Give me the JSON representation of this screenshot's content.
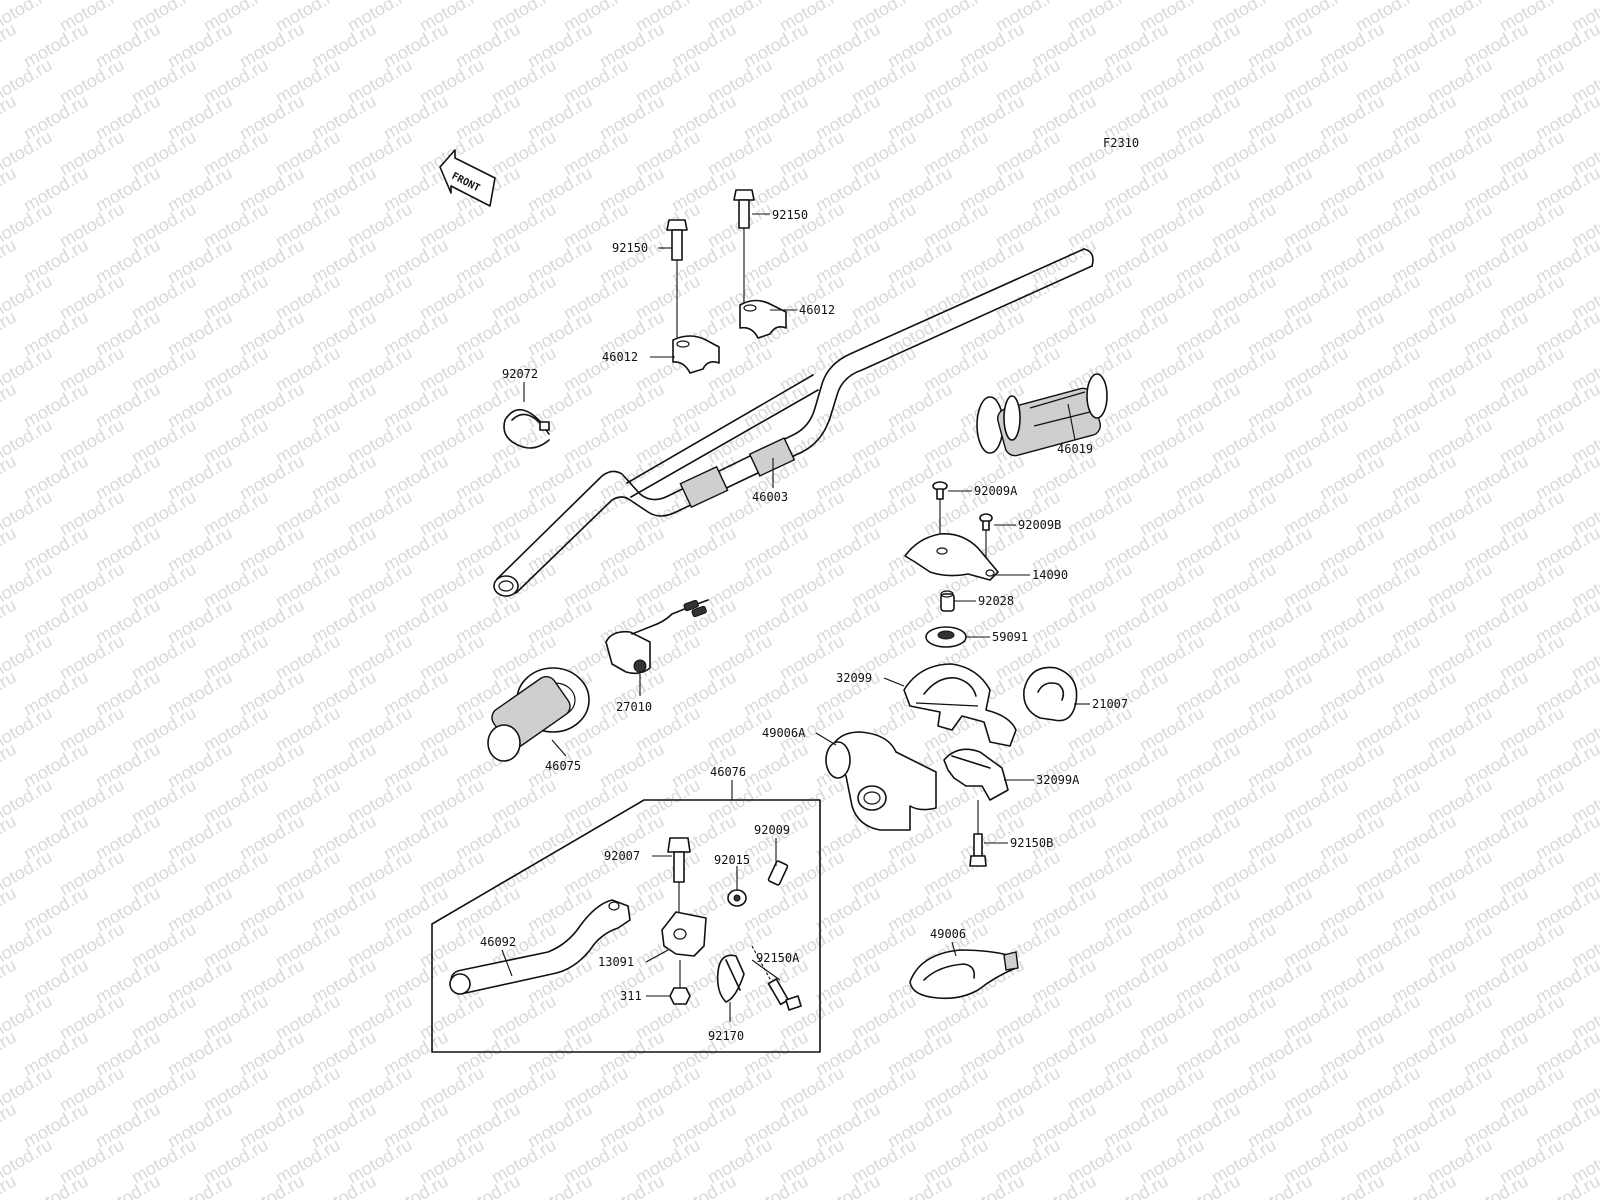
{
  "figure_code": "F2310",
  "front_arrow": "FRONT",
  "watermark": "motod.ru",
  "group_box_label": "46076",
  "parts": [
    {
      "id": "92150",
      "label": "92150"
    },
    {
      "id": "92150-left",
      "label": "92150"
    },
    {
      "id": "46012",
      "label": "46012"
    },
    {
      "id": "46012-left",
      "label": "46012"
    },
    {
      "id": "92072",
      "label": "92072"
    },
    {
      "id": "46003",
      "label": "46003"
    },
    {
      "id": "46019",
      "label": "46019"
    },
    {
      "id": "92009A",
      "label": "92009A"
    },
    {
      "id": "92009B",
      "label": "92009B"
    },
    {
      "id": "14090",
      "label": "14090"
    },
    {
      "id": "92028",
      "label": "92028"
    },
    {
      "id": "59091",
      "label": "59091"
    },
    {
      "id": "32099",
      "label": "32099"
    },
    {
      "id": "21007",
      "label": "21007"
    },
    {
      "id": "27010",
      "label": "27010"
    },
    {
      "id": "46075",
      "label": "46075"
    },
    {
      "id": "49006A",
      "label": "49006A"
    },
    {
      "id": "32099A",
      "label": "32099A"
    },
    {
      "id": "92150B",
      "label": "92150B"
    },
    {
      "id": "92007",
      "label": "92007"
    },
    {
      "id": "92009",
      "label": "92009"
    },
    {
      "id": "92015",
      "label": "92015"
    },
    {
      "id": "46092",
      "label": "46092"
    },
    {
      "id": "13091",
      "label": "13091"
    },
    {
      "id": "92150A",
      "label": "92150A"
    },
    {
      "id": "311",
      "label": "311"
    },
    {
      "id": "92170",
      "label": "92170"
    },
    {
      "id": "49006",
      "label": "49006"
    }
  ]
}
